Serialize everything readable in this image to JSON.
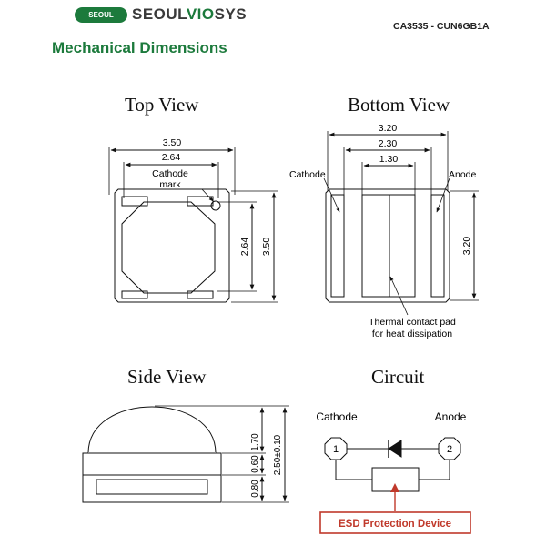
{
  "header": {
    "logo_badge": "SEOUL",
    "logo_brand_left": "SEOUL",
    "logo_brand_accent": "VIO",
    "logo_brand_right": "SYS",
    "part_number": "CA3535 - CUN6GB1A"
  },
  "section_title": "Mechanical Dimensions",
  "top_view": {
    "title": "Top View",
    "dim_width": "3.50",
    "dim_inner_width": "2.64",
    "dim_inner_height": "2.64",
    "dim_height": "3.50",
    "cathode_mark_line1": "Cathode",
    "cathode_mark_line2": "mark"
  },
  "bottom_view": {
    "title": "Bottom View",
    "dim_width": "3.20",
    "dim_mid": "2.30",
    "dim_inner": "1.30",
    "dim_height": "3.20",
    "cathode_label": "Cathode",
    "anode_label": "Anode",
    "thermal_line1": "Thermal contact pad",
    "thermal_line2": "for heat dissipation"
  },
  "side_view": {
    "title": "Side View",
    "dim_dome": "1.70",
    "dim_mid": "0.60",
    "dim_base": "0.80",
    "dim_total": "2.50±0.10"
  },
  "circuit": {
    "title": "Circuit",
    "cathode_label": "Cathode",
    "anode_label": "Anode",
    "pin1": "1",
    "pin2": "2",
    "esd_label": "ESD Protection Device",
    "esd_color": "#c0392b"
  }
}
